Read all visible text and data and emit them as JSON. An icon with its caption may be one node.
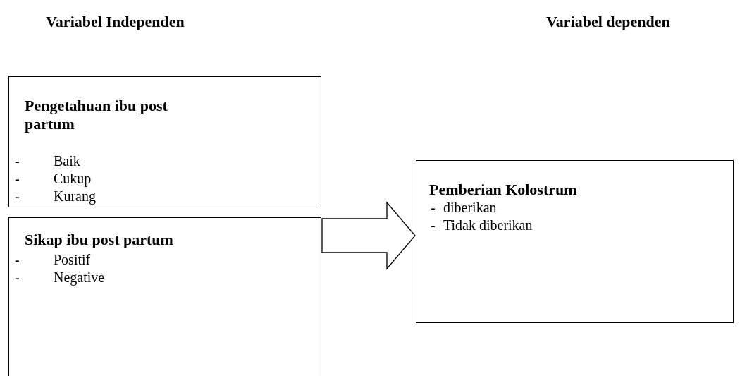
{
  "diagram": {
    "nodes": [
      {
        "text": [
          "Pengetahuan ibu post partum",
          "- Baik",
          "- Cukup",
          "- Kurang"
        ]
      },
      {
        "text": [
          "Sikap ibu post partum",
          "- Positif",
          "- Negative"
        ]
      },
      {
        "text": [
          "Pemberian Kolostrum",
          "- diberikan",
          "- Tidak diberikan"
        ]
      }
    ],
    "edges": [
      {
        "from": 0,
        "to": 2,
        "arrow": "to"
      },
      {
        "from": 1,
        "to": 2,
        "arrow": "to"
      }
    ],
    "labels": [
      "Variabel Independen",
      "Variabel dependen"
    ]
  }
}
